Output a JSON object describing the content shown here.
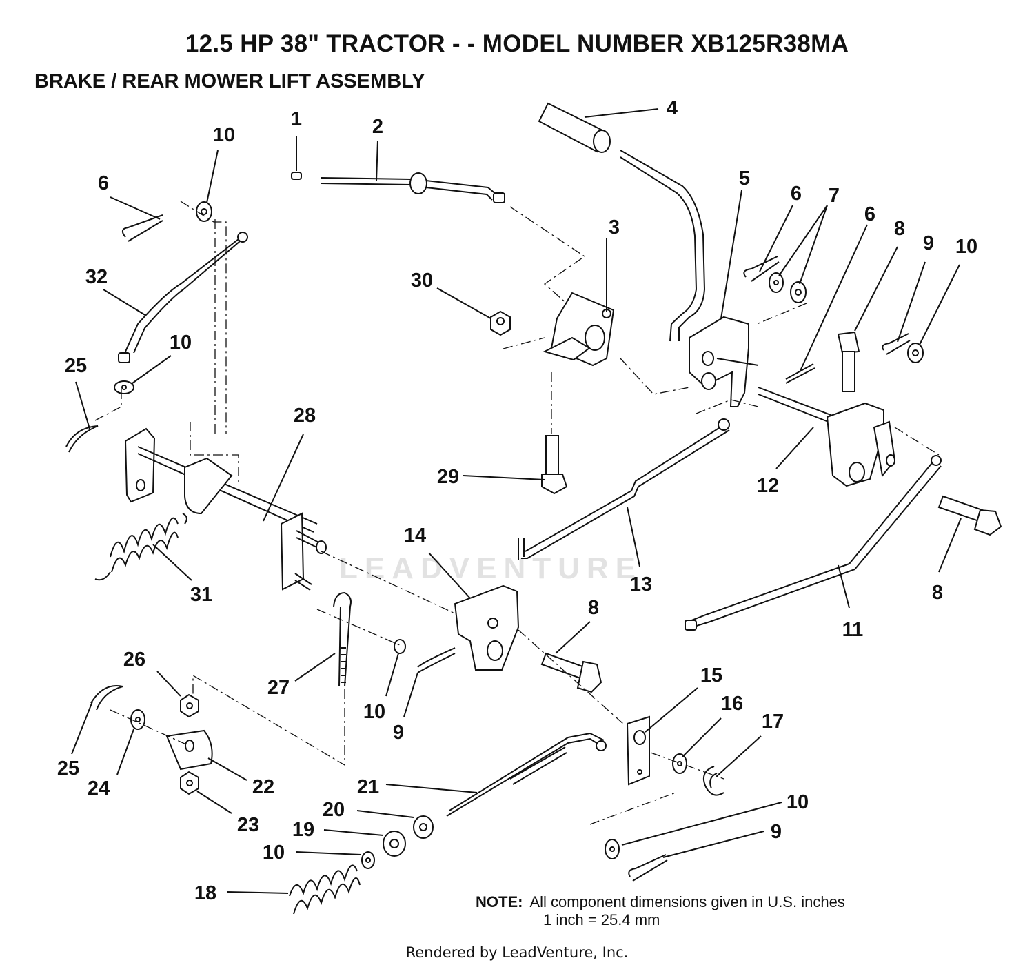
{
  "header": {
    "title": "12.5 HP 38\" TRACTOR - - MODEL NUMBER XB125R38MA",
    "subtitle": "BRAKE / REAR MOWER LIFT ASSEMBLY"
  },
  "callouts": [
    {
      "id": "c1",
      "label": "1"
    },
    {
      "id": "c2",
      "label": "2"
    },
    {
      "id": "c3",
      "label": "3"
    },
    {
      "id": "c4",
      "label": "4"
    },
    {
      "id": "c5",
      "label": "5"
    },
    {
      "id": "c6a",
      "label": "6"
    },
    {
      "id": "c6b",
      "label": "6"
    },
    {
      "id": "c6c",
      "label": "6"
    },
    {
      "id": "c7",
      "label": "7"
    },
    {
      "id": "c8a",
      "label": "8"
    },
    {
      "id": "c8b",
      "label": "8"
    },
    {
      "id": "c8c",
      "label": "8"
    },
    {
      "id": "c9a",
      "label": "9"
    },
    {
      "id": "c9b",
      "label": "9"
    },
    {
      "id": "c9c",
      "label": "9"
    },
    {
      "id": "c10a",
      "label": "10"
    },
    {
      "id": "c10b",
      "label": "10"
    },
    {
      "id": "c10c",
      "label": "10"
    },
    {
      "id": "c10d",
      "label": "10"
    },
    {
      "id": "c10e",
      "label": "10"
    },
    {
      "id": "c10f",
      "label": "10"
    },
    {
      "id": "c11",
      "label": "11"
    },
    {
      "id": "c12",
      "label": "12"
    },
    {
      "id": "c13",
      "label": "13"
    },
    {
      "id": "c14",
      "label": "14"
    },
    {
      "id": "c15",
      "label": "15"
    },
    {
      "id": "c16",
      "label": "16"
    },
    {
      "id": "c17",
      "label": "17"
    },
    {
      "id": "c18",
      "label": "18"
    },
    {
      "id": "c19",
      "label": "19"
    },
    {
      "id": "c20",
      "label": "20"
    },
    {
      "id": "c21",
      "label": "21"
    },
    {
      "id": "c22",
      "label": "22"
    },
    {
      "id": "c23",
      "label": "23"
    },
    {
      "id": "c24",
      "label": "24"
    },
    {
      "id": "c25a",
      "label": "25"
    },
    {
      "id": "c25b",
      "label": "25"
    },
    {
      "id": "c26",
      "label": "26"
    },
    {
      "id": "c27",
      "label": "27"
    },
    {
      "id": "c28",
      "label": "28"
    },
    {
      "id": "c29",
      "label": "29"
    },
    {
      "id": "c30",
      "label": "30"
    },
    {
      "id": "c31",
      "label": "31"
    },
    {
      "id": "c32",
      "label": "32"
    }
  ],
  "note": {
    "label": "NOTE:",
    "line1": "All component dimensions given in U.S. inches",
    "line2": "1 inch = 25.4 mm"
  },
  "watermark": "LEADVENTURE",
  "footer": "Rendered by LeadVenture, Inc."
}
